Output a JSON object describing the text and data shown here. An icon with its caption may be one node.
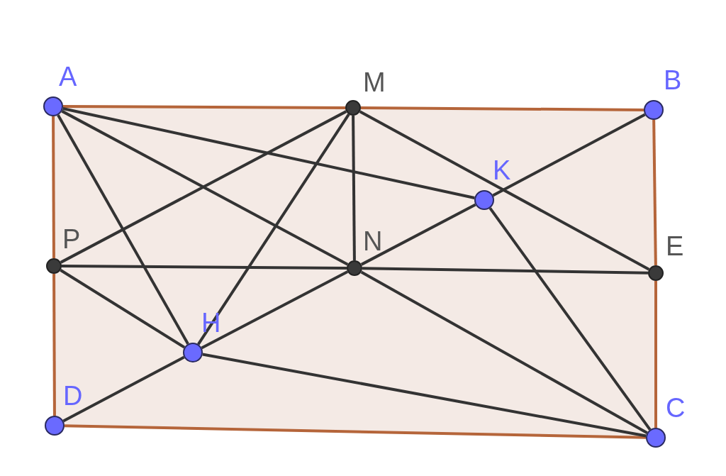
{
  "diagram": {
    "nodes": [
      {
        "text": [
          "A"
        ]
      },
      {
        "text": [
          "M"
        ]
      },
      {
        "text": [
          "B"
        ]
      },
      {
        "text": [
          "K"
        ]
      },
      {
        "text": [
          "P"
        ]
      },
      {
        "text": [
          "N"
        ]
      },
      {
        "text": [
          "E"
        ]
      },
      {
        "text": [
          "H"
        ]
      },
      {
        "text": [
          "D"
        ]
      },
      {
        "text": [
          "C"
        ]
      }
    ],
    "edges": [
      {
        "from": 0,
        "to": 1,
        "arrow": "none",
        "color": "#b5653a"
      },
      {
        "from": 1,
        "to": 2,
        "arrow": "none",
        "color": "#b5653a"
      },
      {
        "from": 2,
        "to": 6,
        "arrow": "none",
        "color": "#b5653a"
      },
      {
        "from": 6,
        "to": 9,
        "arrow": "none",
        "color": "#b5653a"
      },
      {
        "from": 9,
        "to": 8,
        "arrow": "none",
        "color": "#b5653a"
      },
      {
        "from": 8,
        "to": 4,
        "arrow": "none",
        "color": "#b5653a"
      },
      {
        "from": 4,
        "to": 0,
        "arrow": "none",
        "color": "#b5653a"
      },
      {
        "from": 0,
        "to": 5,
        "arrow": "none"
      },
      {
        "from": 5,
        "to": 9,
        "arrow": "none"
      },
      {
        "from": 2,
        "to": 3,
        "arrow": "none"
      },
      {
        "from": 3,
        "to": 5,
        "arrow": "none"
      },
      {
        "from": 5,
        "to": 7,
        "arrow": "none"
      },
      {
        "from": 7,
        "to": 8,
        "arrow": "none"
      },
      {
        "from": 0,
        "to": 3,
        "arrow": "none"
      },
      {
        "from": 0,
        "to": 7,
        "arrow": "none"
      },
      {
        "from": 1,
        "to": 4,
        "arrow": "none"
      },
      {
        "from": 1,
        "to": 7,
        "arrow": "none"
      },
      {
        "from": 1,
        "to": 5,
        "arrow": "none"
      },
      {
        "from": 1,
        "to": 6,
        "arrow": "none"
      },
      {
        "from": 4,
        "to": 5,
        "arrow": "none"
      },
      {
        "from": 5,
        "to": 6,
        "arrow": "none"
      },
      {
        "from": 4,
        "to": 7,
        "arrow": "none"
      },
      {
        "from": 7,
        "to": 9,
        "arrow": "none"
      },
      {
        "from": 3,
        "to": 9,
        "arrow": "none"
      }
    ]
  }
}
